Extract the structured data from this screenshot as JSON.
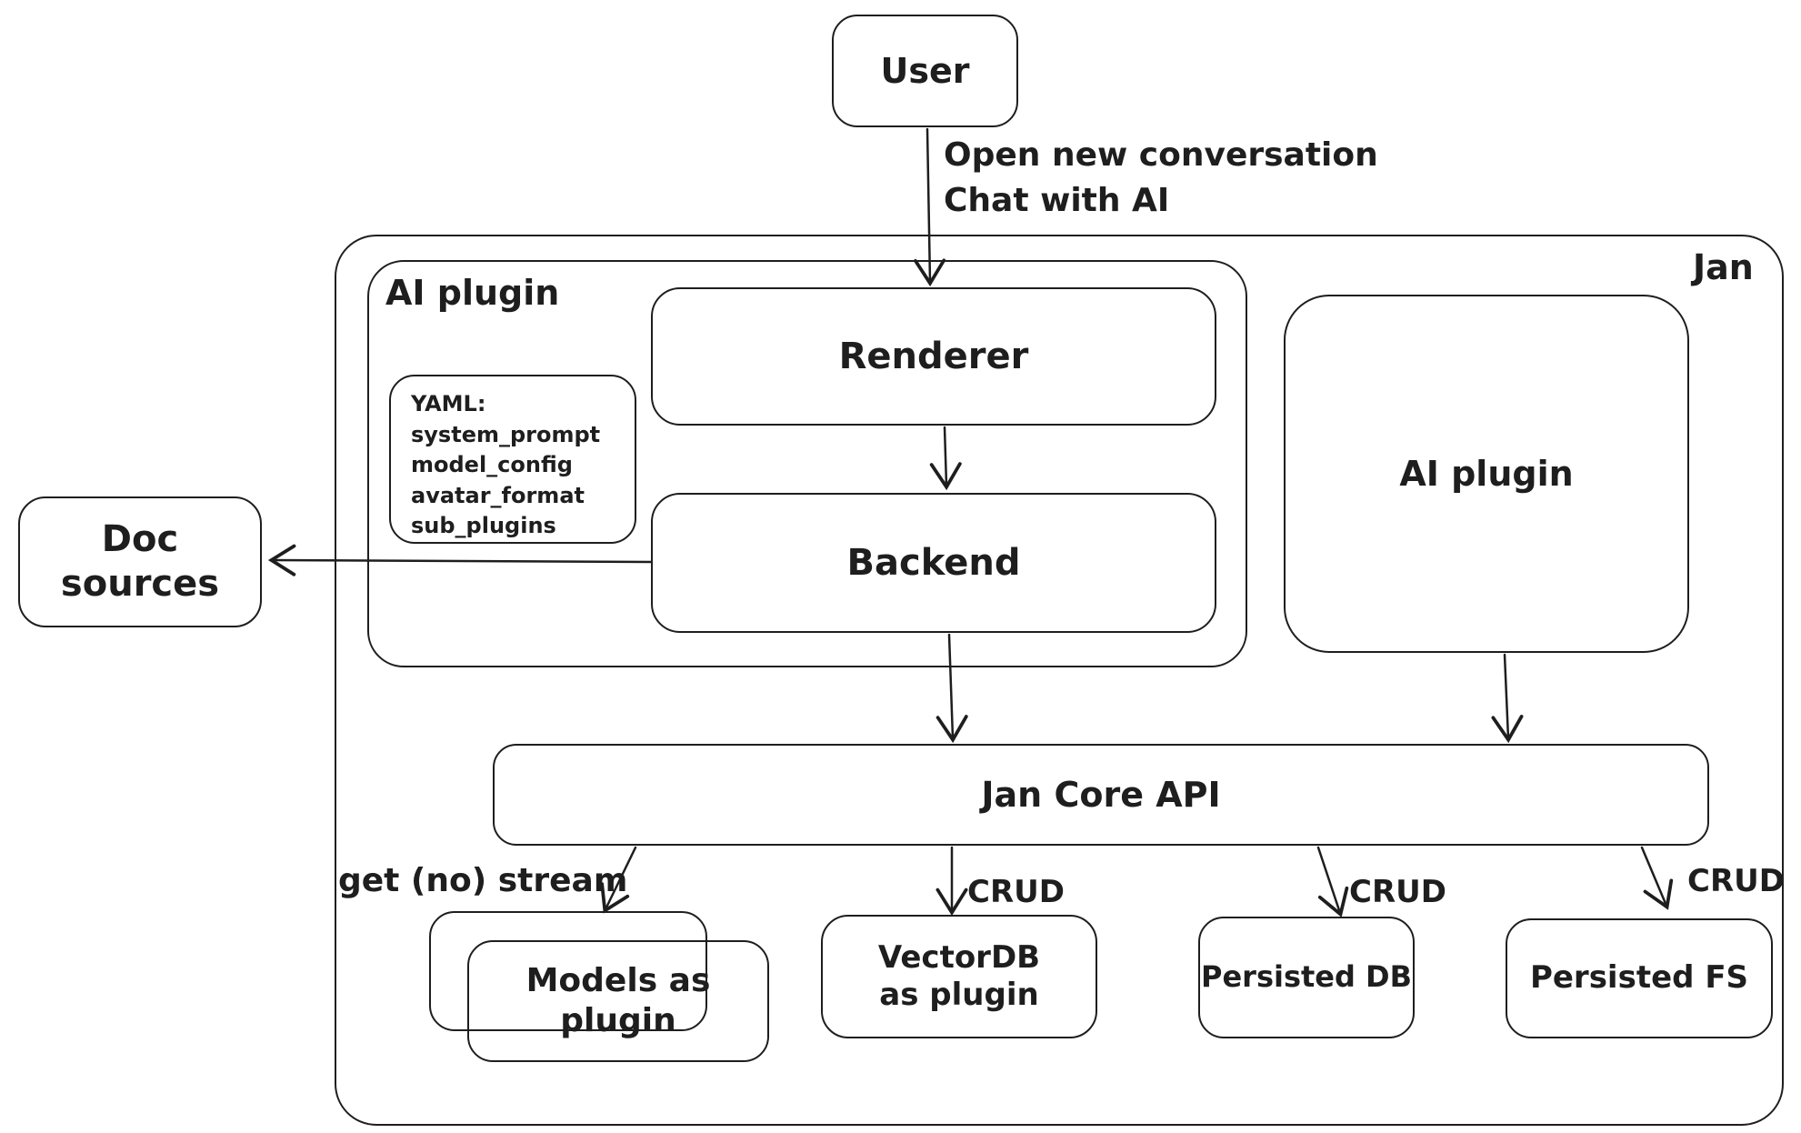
{
  "diagram": {
    "title": "Jan architecture diagram",
    "colors": {
      "stroke": "#1e1e1e",
      "background": "#ffffff"
    },
    "nodes": {
      "user": "User",
      "jan_container": "Jan",
      "ai_plugin_group": "AI plugin",
      "renderer": "Renderer",
      "backend": "Backend",
      "doc_sources": "Doc sources",
      "ai_plugin_right": "AI plugin",
      "jan_core_api": "Jan Core API",
      "models_as_plugin": "Models as plugin",
      "vectordb_as_plugin": "VectorDB as plugin",
      "persisted_db": "Persisted DB",
      "persisted_fs": "Persisted FS"
    },
    "yaml_note": {
      "lines": [
        "YAML:",
        "system_prompt",
        "model_config",
        "avatar_format",
        "sub_plugins"
      ]
    },
    "edge_labels": {
      "user_flow": "Open new conversation\nChat with AI",
      "get_no_stream": "get (no) stream",
      "crud": [
        "CRUD",
        "CRUD",
        "CRUD"
      ]
    }
  }
}
